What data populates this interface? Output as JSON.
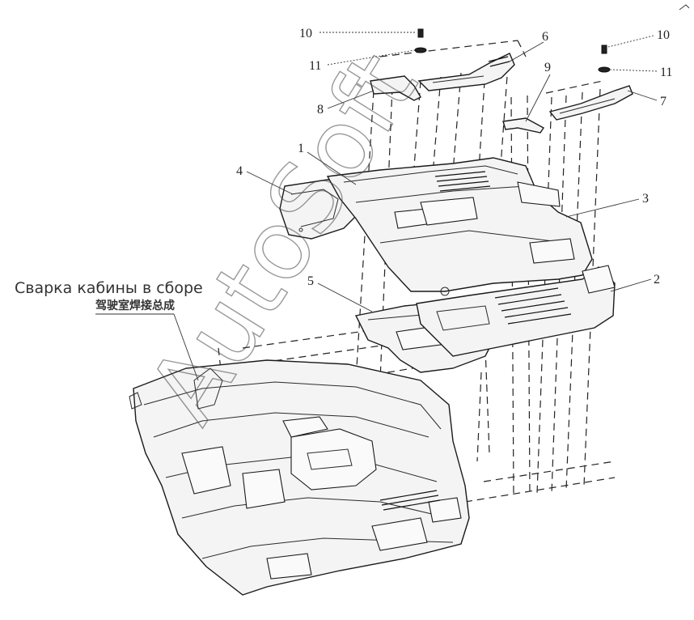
{
  "diagram": {
    "caption_ru": "Сварка кабины в сборе",
    "caption_cn": "驾驶室焊接总成",
    "watermark": "AutoSoft",
    "callouts": [
      {
        "id": "c1",
        "label": "1"
      },
      {
        "id": "c2",
        "label": "2"
      },
      {
        "id": "c3",
        "label": "3"
      },
      {
        "id": "c4",
        "label": "4"
      },
      {
        "id": "c5",
        "label": "5"
      },
      {
        "id": "c6",
        "label": "6"
      },
      {
        "id": "c7",
        "label": "7"
      },
      {
        "id": "c8",
        "label": "8"
      },
      {
        "id": "c9",
        "label": "9"
      },
      {
        "id": "c10a",
        "label": "10"
      },
      {
        "id": "c10b",
        "label": "10"
      },
      {
        "id": "c11a",
        "label": "11"
      },
      {
        "id": "c11b",
        "label": "11"
      }
    ]
  }
}
